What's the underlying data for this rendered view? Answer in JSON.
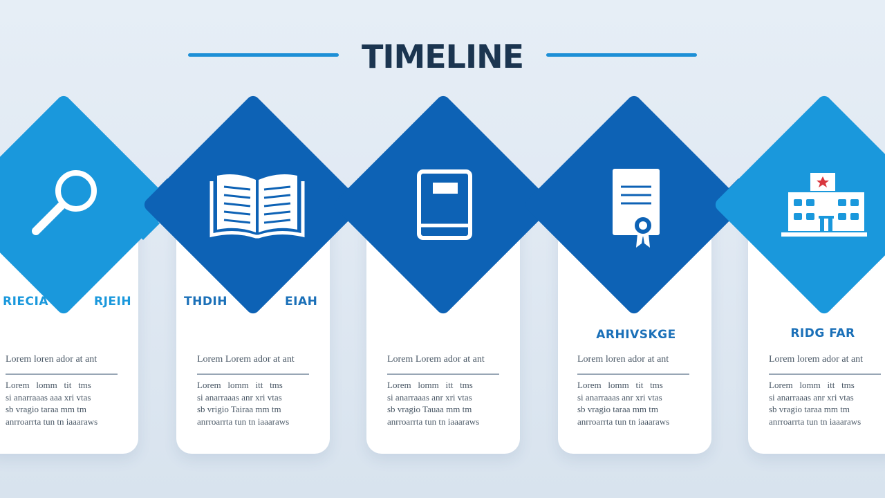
{
  "title": "TIMELINE",
  "colors": {
    "dark_blue": "#0d62b5",
    "light_blue": "#1a98dc",
    "title_line": "#1d8fd6",
    "label_blue": "#1b70b8",
    "background": "#e3ecf5"
  },
  "steps": [
    {
      "icon": "magnifier-icon",
      "label_left": "RIECIA",
      "label_right": "RJEIH",
      "heading": "Lorem loren ador at ant",
      "body": "Lorem   lomm   tit   tms\nsi anarraaas aaa xri vtas\nsb vragio taraa mm tm\nanrroarrta tun tn iaaaraws"
    },
    {
      "icon": "open-book-icon",
      "label_left": "THDIH",
      "label_right": "EIAH",
      "heading": "Lorem Lorem ador at ant",
      "body": "Lorem   lomm   itt   tms\nsi anarraaas anr xri vtas\nsb vrigio Tairaa mm tm\nanrroarrta tun tn iaaaraws"
    },
    {
      "icon": "closed-book-icon",
      "label_left": "",
      "label_right": "",
      "heading": "Lorem Lorem ador at ant",
      "body": "Lorem   lomm   itt   tms\nsi anarraaas anr xri vtas\nsb vragio Tauaa mm tm\nanrroarrta tun tn iaaaraws"
    },
    {
      "icon": "certificate-icon",
      "label_center": "ARHIVSKGE",
      "heading": "Lorem loren ador at ant",
      "body": "Lorem   lomm   tit   tms\nsi anarraaas anr xri vtas\nsb vragio taraa mm tm\nanrroarrta tun tn iaaaraws"
    },
    {
      "icon": "hospital-icon",
      "label_center": "RIDG FAR",
      "heading": "Lorem lorem ador at ant",
      "body": "Lorem   lomm   itt   tms\nsi anarraaas anr xri vtas\nsb vragio taraa mm tm\nanrroarrta tun tn iaaaraws"
    }
  ]
}
